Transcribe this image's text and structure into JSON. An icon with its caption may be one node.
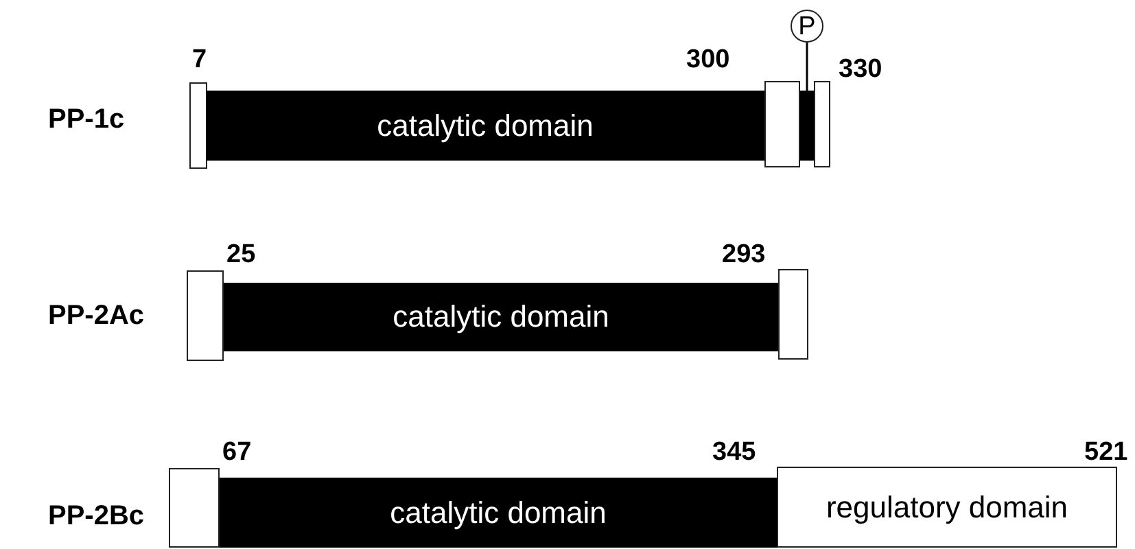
{
  "diagram": {
    "nodes": [
      {
        "text": [],
        "shape": "box"
      },
      {
        "text": [
          "catalytic domain"
        ]
      },
      {
        "text": [],
        "shape": "box"
      },
      {
        "text": [],
        "shape": "bar"
      },
      {
        "text": [],
        "shape": "box"
      },
      {
        "text": [
          "P"
        ]
      },
      {
        "text": [],
        "shape": "box"
      },
      {
        "text": [
          "catalytic domain"
        ]
      },
      {
        "text": [],
        "shape": "box"
      },
      {
        "text": [],
        "shape": "box"
      },
      {
        "text": [
          "catalytic domain"
        ]
      },
      {
        "text": [
          "regulatory domain"
        ]
      }
    ],
    "edges": [
      {
        "from": 5,
        "to": 3,
        "arrow": "none"
      }
    ],
    "labels": [
      "7",
      "300",
      "330",
      "PP-1c",
      "25",
      "293",
      "PP-2Ac",
      "67",
      "345",
      "521",
      "PP-2Bc"
    ]
  }
}
